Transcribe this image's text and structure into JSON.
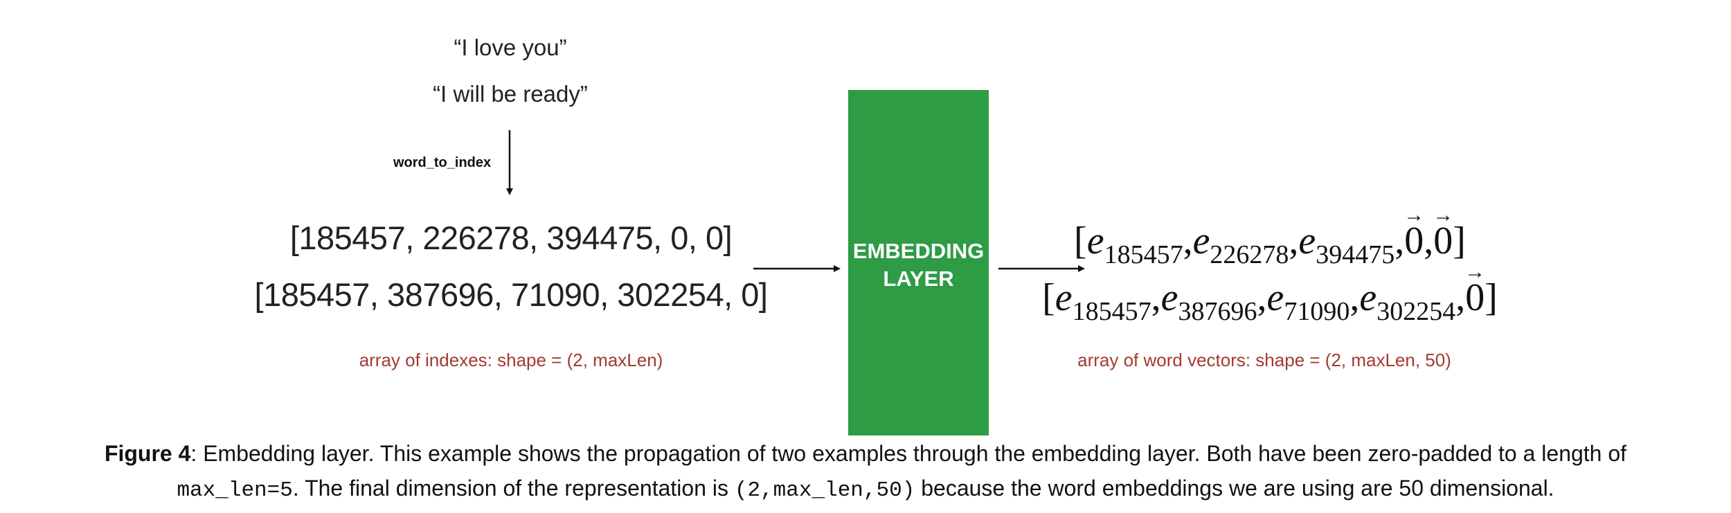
{
  "sentences": [
    "“I love you”",
    "“I will be ready”"
  ],
  "function_label": "word_to_index",
  "index_arrays": [
    "[185457, 226278, 394475, 0, 0]",
    "[185457, 387696, 71090, 302254, 0]"
  ],
  "index_caption": "array of indexes: shape = (2, maxLen)",
  "embedding_layer": {
    "line1": "EMBEDDING",
    "line2": "LAYER",
    "color": "#2e9b45"
  },
  "vector_rows": [
    {
      "items": [
        {
          "kind": "e",
          "sub": "185457"
        },
        {
          "kind": "e",
          "sub": "226278"
        },
        {
          "kind": "e",
          "sub": "394475"
        },
        {
          "kind": "zero"
        },
        {
          "kind": "zero"
        }
      ]
    },
    {
      "items": [
        {
          "kind": "e",
          "sub": "185457"
        },
        {
          "kind": "e",
          "sub": "387696"
        },
        {
          "kind": "e",
          "sub": "71090"
        },
        {
          "kind": "e",
          "sub": "302254"
        },
        {
          "kind": "zero"
        }
      ]
    }
  ],
  "vector_caption": "array of word vectors: shape = (2, maxLen, 50)",
  "caption_color": "#a33a32",
  "figure_caption": {
    "label": "Figure 4",
    "text1": ": Embedding layer. This example shows the propagation of two examples through the embedding layer. Both have been zero-padded to a length of",
    "code1": "max_len=5",
    "text2": ". The final dimension of the representation is ",
    "code2": "(2,max_len,50)",
    "text3": " because the word embeddings we are using are 50 dimensional."
  }
}
